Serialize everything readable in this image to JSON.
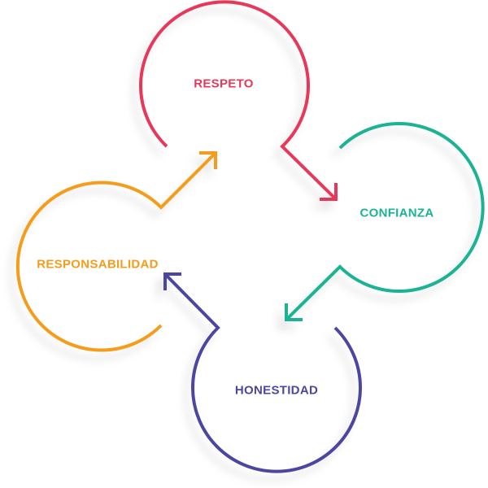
{
  "nodes": [
    {
      "label": "RESPETO",
      "color": "#e8385a"
    },
    {
      "label": "CONFIANZA",
      "color": "#1ab394"
    },
    {
      "label": "HONESTIDAD",
      "color": "#4b46a0"
    },
    {
      "label": "RESPONSABILIDAD",
      "color": "#f59c1a"
    }
  ],
  "edges": [
    {
      "from": "RESPETO",
      "to": "CONFIANZA"
    },
    {
      "from": "CONFIANZA",
      "to": "HONESTIDAD"
    },
    {
      "from": "HONESTIDAD",
      "to": "RESPONSABILIDAD"
    },
    {
      "from": "RESPONSABILIDAD",
      "to": "RESPETO"
    }
  ]
}
